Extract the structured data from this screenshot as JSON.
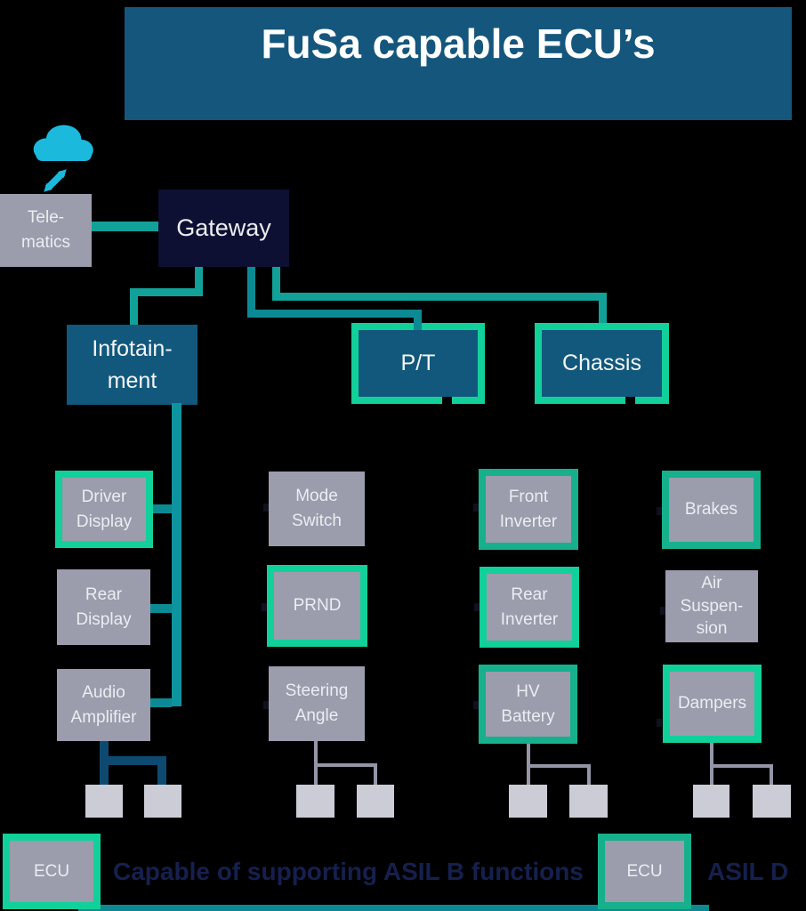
{
  "title": "FuSa capable ECU’s",
  "colors": {
    "bg": "#000000",
    "title_blue": "#15567D",
    "navy_box": "#0D1033",
    "blue_box": "#12587D",
    "gray_box": "#9B9CAC",
    "small_box": "#CBCCD6",
    "asil_b": "#12D09A",
    "asil_d": "#16B18C",
    "teal_line": "#12A199",
    "teal_dark": "#0C8A94",
    "teal_trunk": "#0D949E",
    "dark_blue_line": "#0E4A70",
    "gray_line": "#9495A5",
    "cloud_cyan": "#1BB9DC",
    "legend_text": "#16204E",
    "tick_dark": "#10101E"
  },
  "nodes": {
    "telematics": "Tele-\nmatics",
    "gateway": "Gateway",
    "infotainment": "Infotain-\nment",
    "pt": "P/T",
    "chassis": "Chassis"
  },
  "columns": [
    {
      "parent": "Infotainment",
      "boxes": [
        {
          "label": "Driver\nDisplay",
          "asil": "B"
        },
        {
          "label": "Rear\nDisplay",
          "asil": "none"
        },
        {
          "label": "Audio\nAmplifier",
          "asil": "none"
        }
      ]
    },
    {
      "parent": "Gateway",
      "boxes": [
        {
          "label": "Mode\nSwitch",
          "asil": "none"
        },
        {
          "label": "PRND",
          "asil": "B"
        },
        {
          "label": "Steering\nAngle",
          "asil": "none"
        }
      ]
    },
    {
      "parent": "P/T",
      "boxes": [
        {
          "label": "Front\nInverter",
          "asil": "D"
        },
        {
          "label": "Rear\nInverter",
          "asil": "B"
        },
        {
          "label": "HV\nBattery",
          "asil": "D"
        }
      ]
    },
    {
      "parent": "Chassis",
      "boxes": [
        {
          "label": "Brakes",
          "asil": "D"
        },
        {
          "label": "Air\nSuspen-\nsion",
          "asil": "none"
        },
        {
          "label": "Dampers",
          "asil": "B"
        }
      ]
    }
  ],
  "legend": {
    "ecu_label": "ECU",
    "asil_b_label": "Capable of supporting ASIL B functions",
    "asil_d_label": "ASIL D"
  }
}
